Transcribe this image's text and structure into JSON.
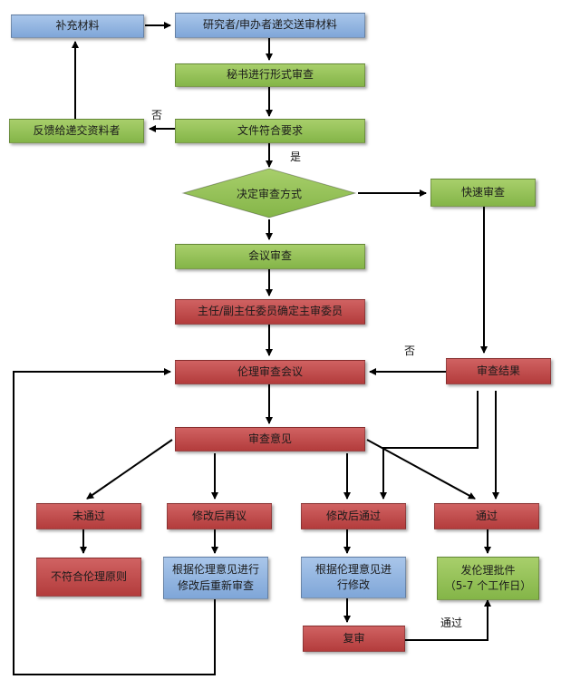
{
  "nodes": {
    "supplement": "补充材料",
    "submit": "研究者/申办者递交送审材料",
    "formal_review": "秘书进行形式审查",
    "docs_ok": "文件符合要求",
    "feedback": "反馈给递交资料者",
    "decide_method": "决定审查方式",
    "fast_review": "快速审查",
    "meeting_review": "会议审查",
    "assign_reviewer": "主任/副主任委员确定主审委员",
    "ethics_meeting": "伦理审查会议",
    "review_result": "审查结果",
    "review_opinion": "审查意见",
    "not_passed": "未通过",
    "revise_rediscuss": "修改后再议",
    "revise_pass": "修改后通过",
    "passed": "通过",
    "not_comply": "不符合伦理原则",
    "revise_resubmit_1": "根据伦理意见进行",
    "revise_resubmit_2": "修改后重新审查",
    "revise_per_1": "根据伦理意见进",
    "revise_per_2": "行修改",
    "approval_1": "发伦理批件",
    "approval_2": "（5-7 个工作日）",
    "re_review": "复审"
  },
  "labels": {
    "no_1": "否",
    "yes": "是",
    "no_2": "否",
    "pass": "通过"
  },
  "colors": {
    "blue": "#8fb3e0",
    "green": "#96c25a",
    "red": "#c24a4a",
    "diamond": "#8fbf55",
    "line": "#000000"
  }
}
